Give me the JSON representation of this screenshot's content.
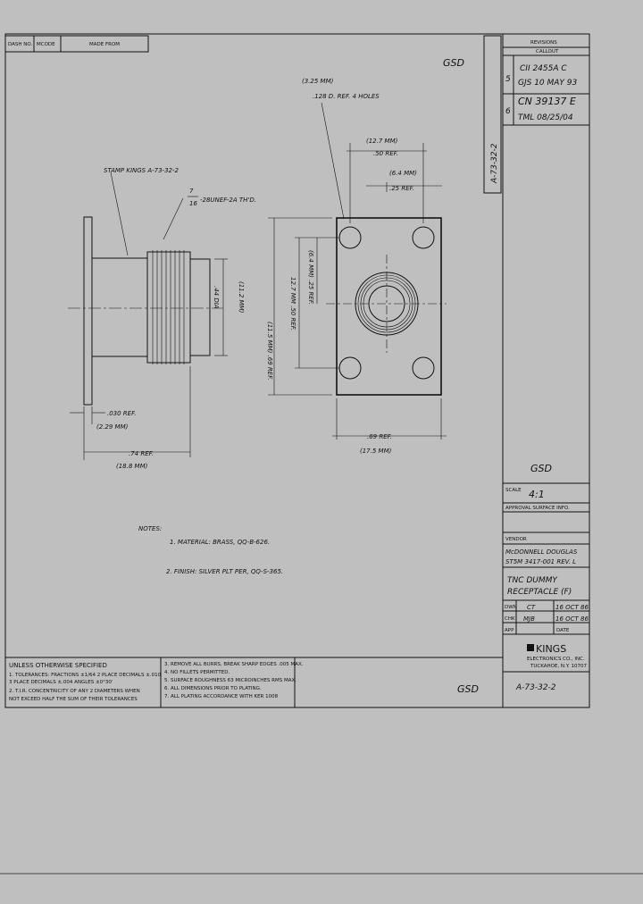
{
  "title_block_header": {
    "dash_no": "DASH NO.",
    "mccode": "MCODE",
    "made_from": "MADE FROM"
  },
  "revisions": {
    "header": "REVISIONS",
    "subheader": "CALLOUT",
    "rows": [
      {
        "num": "5",
        "line1": "CII 2455A C",
        "line2": "GJS 10 MAY 93"
      },
      {
        "num": "6",
        "line1": "CN 39137 E",
        "line2": "TML 08/25/04"
      }
    ],
    "vertical_number": "A-73-32-2"
  },
  "initials": [
    "GSD",
    "GSD",
    "GSD"
  ],
  "drawing": {
    "stamp_callout": "STAMP KINGS A-73-32-2",
    "thread_frac_num": "7",
    "thread_frac_den": "16",
    "thread_callout": "-28UNEF-2A TH'D.",
    "thread_dia_in": ".44 DIA",
    "thread_dia_mm": "(11.2 MM)",
    "flange_ref_in": ".030 REF.",
    "flange_ref_mm": "(2.29 MM)",
    "length_ref_in": ".74 REF.",
    "length_ref_mm": "(18.8 MM)",
    "hole_mm": "(3.25 MM)",
    "hole_callout": ".128 D. REF. 4 HOLES",
    "bolt_spacing_mm": "(12.7 MM)",
    "bolt_spacing_in": ".50 REF.",
    "edge_mm": "(6.4 MM)",
    "edge_in": ".25 REF.",
    "height_outer": "(11.5 MM) .69 REF.",
    "height_mid": "12.7 MM .50 REF.",
    "height_inner": "(6.4 MM) .25 REF.",
    "width_in": ".69 REF.",
    "width_mm": "(17.5 MM)"
  },
  "notes": {
    "heading": "NOTES:",
    "items": [
      "1. MATERIAL: BRASS, QQ-B-626.",
      "2. FINISH: SILVER PLT PER, QQ-S-365."
    ]
  },
  "tolerances": {
    "heading": "UNLESS OTHERWISE SPECIFIED",
    "left": [
      "1. TOLERANCES: FRACTIONS ±1/64  2 PLACE DECIMALS ±.010",
      "   3 PLACE DECIMALS ±.004         ANGLES ±0°30'",
      "2. T.I.R. CONCENTRICITY OF ANY 2 DIAMETERS WHEN",
      "   NOT EXCEED HALF THE SUM OF THEIR TOLERANCES"
    ],
    "right": [
      "3. REMOVE ALL BURRS, BREAK SHARP EDGES .005 MAX.",
      "4. NO FILLETS PERMITTED.",
      "5. SURFACE ROUGHNESS 63 MICROINCHES RMS MAX.",
      "6. ALL DIMENSIONS PRIOR TO PLATING.",
      "7. ALL PLATING ACCORDANCE WITH KER 1008"
    ]
  },
  "title_block": {
    "scale_label": "SCALE",
    "scale_value": "4:1",
    "approvals_label": "APPROVAL SURFACE INFO.",
    "vendor_label": "VENDOR",
    "customer_line1": "McDONNELL DOUGLAS",
    "customer_line2": "ST5M 3417-001 REV. L",
    "title_line1": "TNC DUMMY",
    "title_line2": "RECEPTACLE (F)",
    "dwn_label": "DWN",
    "dwn_value": "CT",
    "dwn_date": "16 OCT 86",
    "chk_label": "CHK",
    "chk_value": "MJB",
    "chk_date": "16 OCT 86",
    "app_label": "APP",
    "date_label": "DATE",
    "company_name": "KINGS",
    "company_sub": "ELECTRONICS CO., INC.",
    "company_addr": "TUCKAHOE, N.Y. 10707",
    "drawing_number": "A-73-32-2"
  }
}
